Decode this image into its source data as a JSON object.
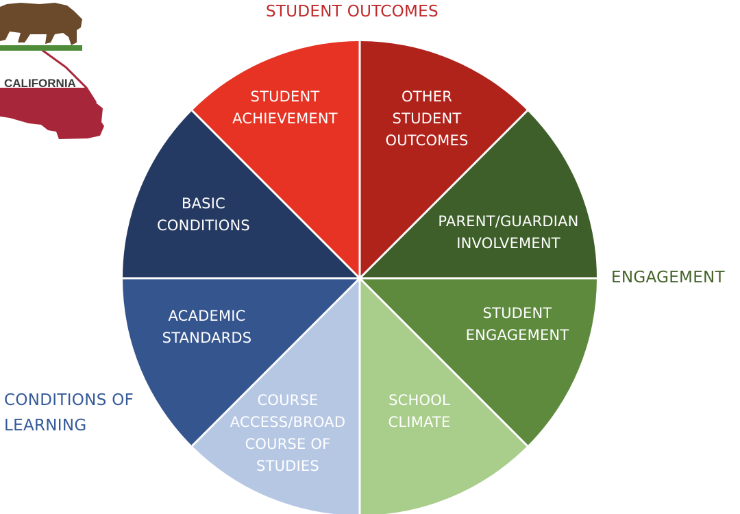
{
  "group_labels": {
    "student_outcomes": "STUDENT OUTCOMES",
    "engagement": "ENGAGEMENT",
    "conditions_of_learning": [
      "CONDITIONS OF",
      "LEARNING"
    ]
  },
  "logo": {
    "text": "CALIFORNIA"
  },
  "segments": [
    {
      "lines": [
        "STUDENT",
        "ACHIEVEMENT"
      ],
      "group": "Student Outcomes"
    },
    {
      "lines": [
        "OTHER",
        "STUDENT",
        "OUTCOMES"
      ],
      "group": "Student Outcomes"
    },
    {
      "lines": [
        "PARENT/GUARDIAN",
        "INVOLVEMENT"
      ],
      "group": "Engagement"
    },
    {
      "lines": [
        "STUDENT",
        "ENGAGEMENT"
      ],
      "group": "Engagement"
    },
    {
      "lines": [
        "SCHOOL",
        "CLIMATE"
      ],
      "group": "Engagement"
    },
    {
      "lines": [
        "COURSE",
        "ACCESS/BROAD",
        "COURSE OF",
        "STUDIES"
      ],
      "group": "Conditions of Learning"
    },
    {
      "lines": [
        "ACADEMIC",
        "STANDARDS"
      ],
      "group": "Conditions of Learning"
    },
    {
      "lines": [
        "BASIC",
        "CONDITIONS"
      ],
      "group": "Conditions of Learning"
    }
  ],
  "colors": {
    "student_achievement": "#e63323",
    "other_student_outcomes": "#b0231b",
    "parent_involvement": "#3f5f2a",
    "student_engagement": "#5e8a3e",
    "school_climate": "#a9cd8b",
    "course_access": "#b6c7e4",
    "academic_standards": "#35558f",
    "basic_conditions": "#253a62",
    "student_outcomes_label": "#c0282a",
    "engagement_label": "#44632a",
    "conditions_label": "#365a99"
  }
}
